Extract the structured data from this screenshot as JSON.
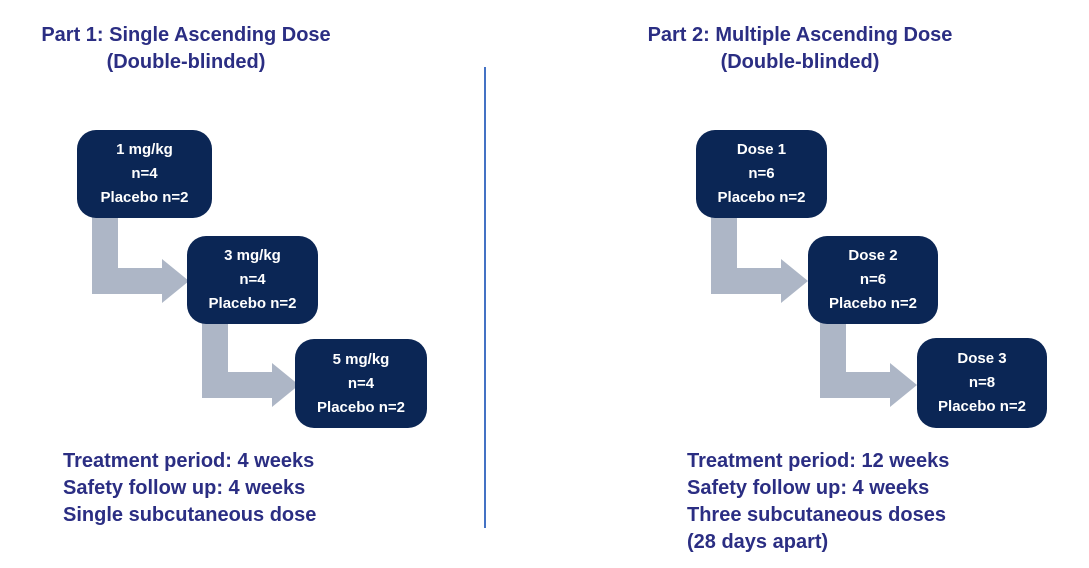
{
  "colors": {
    "background": "#ffffff",
    "box_fill": "#0b2655",
    "box_text": "#ffffff",
    "heading_text": "#2b2e83",
    "arrow_fill": "#adb6c6",
    "divider": "#4472c4"
  },
  "panels": [
    {
      "id": "part1",
      "title_line1": "Part 1: Single Ascending Dose",
      "title_line2": "(Double-blinded)",
      "boxes": [
        {
          "line1": "1 mg/kg",
          "line2": "n=4",
          "line3": "Placebo n=2"
        },
        {
          "line1": "3 mg/kg",
          "line2": "n=4",
          "line3": "Placebo n=2"
        },
        {
          "line1": "5 mg/kg",
          "line2": "n=4",
          "line3": "Placebo n=2"
        }
      ],
      "notes": [
        "Treatment period: 4 weeks",
        "Safety follow up: 4 weeks",
        "Single subcutaneous dose"
      ]
    },
    {
      "id": "part2",
      "title_line1": "Part 2: Multiple Ascending Dose",
      "title_line2": "(Double-blinded)",
      "boxes": [
        {
          "line1": "Dose 1",
          "line2": "n=6",
          "line3": "Placebo n=2"
        },
        {
          "line1": "Dose 2",
          "line2": "n=6",
          "line3": "Placebo n=2"
        },
        {
          "line1": "Dose 3",
          "line2": "n=8",
          "line3": "Placebo n=2"
        }
      ],
      "notes": [
        "Treatment period: 12 weeks",
        "Safety follow up: 4 weeks",
        "Three subcutaneous doses",
        "(28 days apart)"
      ]
    }
  ]
}
